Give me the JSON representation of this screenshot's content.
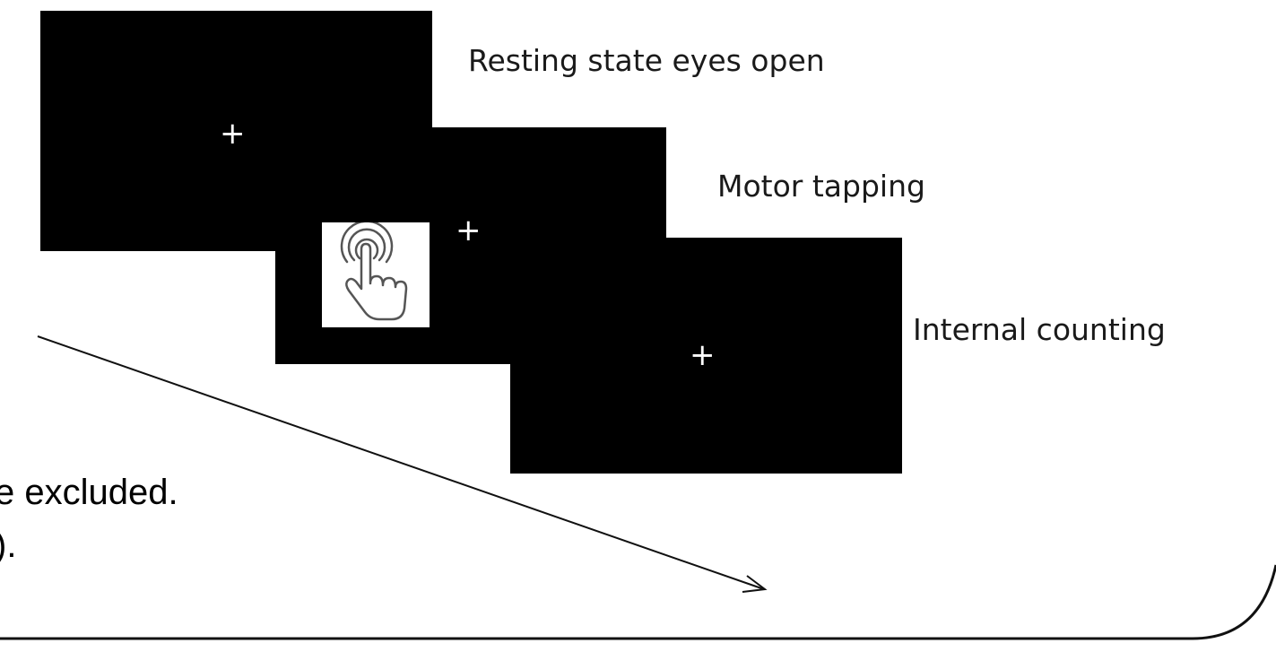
{
  "conditions": [
    {
      "label": "Resting state eyes open",
      "fixation": "+"
    },
    {
      "label": "Motor tapping",
      "fixation": "+"
    },
    {
      "label": "Internal counting",
      "fixation": "+"
    }
  ],
  "background_text": {
    "line1": "e excluded.",
    "line2": ")."
  },
  "icons": {
    "tap": "finger-tap-icon",
    "arrow": "time-arrow"
  },
  "colors": {
    "screen": "#000000",
    "fixation": "#ffffff",
    "text": "#1a1a1a"
  }
}
